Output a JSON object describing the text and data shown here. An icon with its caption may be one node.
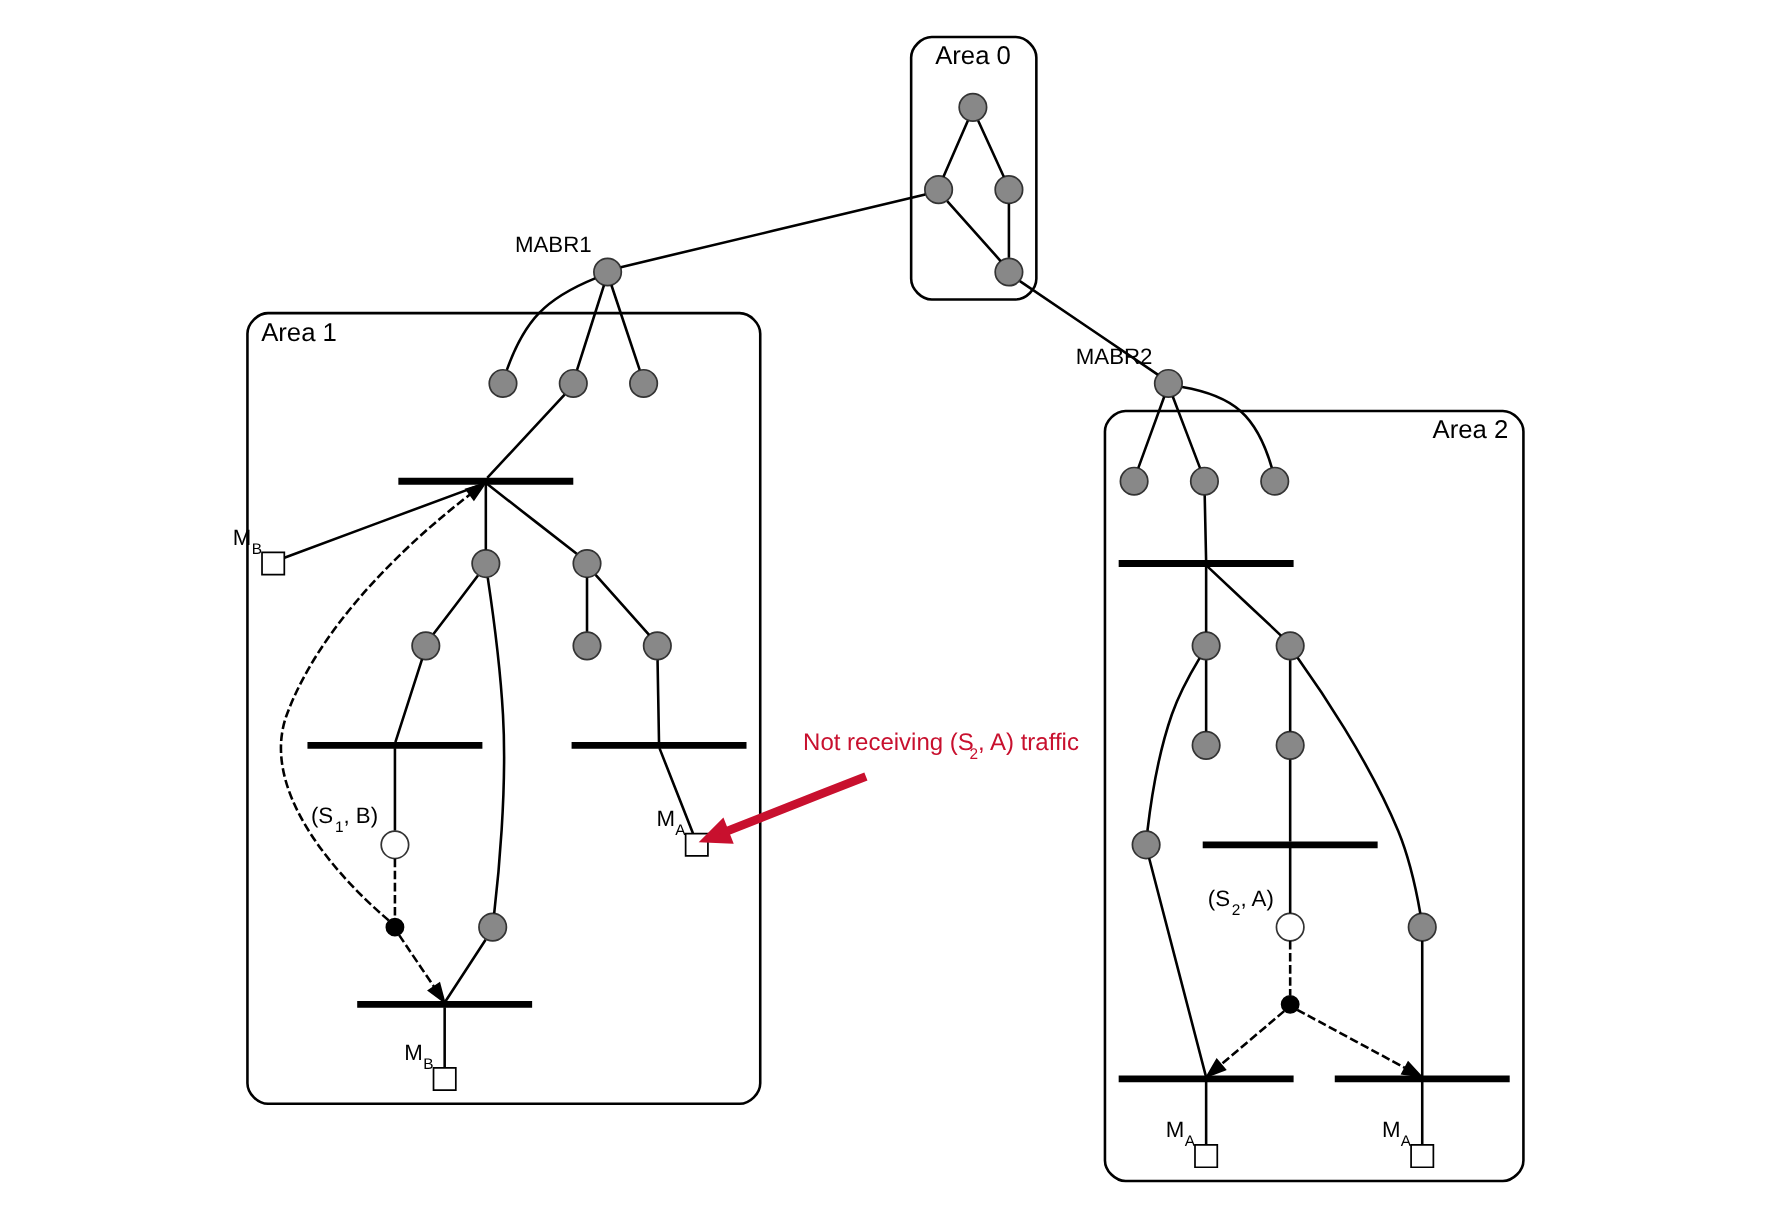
{
  "diagram": {
    "nodes": [
      {
        "text": [
          "Area 0"
        ]
      },
      {
        "text": [],
        "shape": "circle",
        "in": 0
      },
      {
        "text": [],
        "shape": "circle",
        "in": 0
      },
      {
        "text": [],
        "shape": "circle",
        "in": 0
      },
      {
        "text": [],
        "shape": "circle",
        "in": 0
      },
      {
        "text": [],
        "shape": "circle",
        "beside": [
          "MABR1"
        ]
      },
      {
        "text": [],
        "shape": "circle",
        "beside": [
          "MABR2"
        ]
      },
      {
        "text": [
          "Not receiving (S$_{2}$, A) traffic"
        ]
      },
      {
        "text": [
          "Area 1"
        ]
      },
      {
        "text": [],
        "shape": "circle",
        "in": 8
      },
      {
        "text": [],
        "shape": "circle",
        "in": 8
      },
      {
        "text": [],
        "shape": "circle",
        "in": 8
      },
      {
        "text": [],
        "shape": "bar",
        "in": 8
      },
      {
        "text": [],
        "shape": "box",
        "in": 8,
        "beside": [
          "M$_{B}$"
        ]
      },
      {
        "text": [],
        "shape": "circle",
        "in": 8
      },
      {
        "text": [],
        "shape": "circle",
        "in": 8
      },
      {
        "text": [],
        "shape": "dot",
        "in": 8
      },
      {
        "text": [],
        "shape": "circle",
        "in": 8
      },
      {
        "text": [],
        "shape": "circle",
        "in": 8
      },
      {
        "text": [],
        "shape": "circle",
        "in": 8
      },
      {
        "text": [],
        "shape": "circle",
        "in": 8
      },
      {
        "text": [],
        "shape": "bar",
        "in": 8
      },
      {
        "text": [],
        "shape": "box",
        "in": 8,
        "beside": [
          "M$_{A}$"
        ]
      },
      {
        "text": [],
        "shape": "bar",
        "in": 8
      },
      {
        "text": [],
        "shape": "box",
        "in": 8,
        "beside": [
          "M$_{B}$"
        ]
      },
      {
        "text": [],
        "shape": "bar",
        "in": 8
      },
      {
        "text": [],
        "shape": "circle",
        "in": 8,
        "beside": [
          "(S$_{1}$, B)"
        ]
      },
      {
        "text": [
          "Area 2"
        ]
      },
      {
        "text": [],
        "shape": "circle",
        "in": 27
      },
      {
        "text": [],
        "shape": "circle",
        "in": 27
      },
      {
        "text": [],
        "shape": "circle",
        "in": 27
      },
      {
        "text": [],
        "shape": "bar",
        "in": 27
      },
      {
        "text": [],
        "shape": "circle",
        "in": 27
      },
      {
        "text": [],
        "shape": "circle",
        "in": 27
      },
      {
        "text": [],
        "shape": "dot",
        "in": 27
      },
      {
        "text": [],
        "shape": "circle",
        "in": 27
      },
      {
        "text": [],
        "shape": "circle",
        "in": 27
      },
      {
        "text": [],
        "shape": "circle",
        "in": 27
      },
      {
        "text": [],
        "shape": "circle",
        "in": 27
      },
      {
        "text": [],
        "shape": "bar",
        "in": 27
      },
      {
        "text": [],
        "shape": "box",
        "in": 27,
        "beside": [
          "M$_{A}$"
        ]
      },
      {
        "text": [],
        "shape": "bar",
        "in": 27
      },
      {
        "text": [],
        "shape": "box",
        "in": 27,
        "beside": [
          "M$_{A}$"
        ]
      },
      {
        "text": [],
        "shape": "bar",
        "in": 27
      },
      {
        "text": [],
        "shape": "circle",
        "in": 27,
        "beside": [
          "(S$_{2}$, A)"
        ]
      }
    ],
    "edges": [
      {
        "from": 1,
        "to": 2,
        "arrow": "none"
      },
      {
        "from": 1,
        "to": 3,
        "arrow": "none"
      },
      {
        "from": 2,
        "to": 4,
        "arrow": "none"
      },
      {
        "from": 3,
        "to": 4,
        "arrow": "none"
      },
      {
        "from": 3,
        "to": 5,
        "arrow": "none"
      },
      {
        "from": 4,
        "to": 6,
        "arrow": "none"
      },
      {
        "from": 5,
        "to": 9,
        "arrow": "none"
      },
      {
        "from": 5,
        "to": 10,
        "arrow": "none"
      },
      {
        "from": 5,
        "to": 11,
        "arrow": "none"
      },
      {
        "from": 10,
        "to": 12,
        "arrow": "none"
      },
      {
        "from": 12,
        "to": 13,
        "arrow": "none"
      },
      {
        "from": 12,
        "to": 14,
        "arrow": "none"
      },
      {
        "from": 12,
        "to": 15,
        "arrow": "none"
      },
      {
        "from": 14,
        "to": 17,
        "arrow": "none"
      },
      {
        "from": 14,
        "to": 18,
        "arrow": "none"
      },
      {
        "from": 15,
        "to": 19,
        "arrow": "none"
      },
      {
        "from": 15,
        "to": 20,
        "arrow": "none"
      },
      {
        "from": 17,
        "to": 21,
        "arrow": "none"
      },
      {
        "from": 21,
        "to": 22,
        "arrow": "none"
      },
      {
        "from": 19,
        "to": 23,
        "arrow": "none"
      },
      {
        "from": 23,
        "to": 24,
        "arrow": "none"
      },
      {
        "from": 20,
        "to": 25,
        "arrow": "none"
      },
      {
        "from": 25,
        "to": 26,
        "arrow": "none"
      },
      {
        "from": 6,
        "to": 28,
        "arrow": "none"
      },
      {
        "from": 6,
        "to": 29,
        "arrow": "none"
      },
      {
        "from": 6,
        "to": 30,
        "arrow": "none"
      },
      {
        "from": 29,
        "to": 31,
        "arrow": "none"
      },
      {
        "from": 31,
        "to": 32,
        "arrow": "none"
      },
      {
        "from": 31,
        "to": 33,
        "arrow": "none"
      },
      {
        "from": 32,
        "to": 35,
        "arrow": "none"
      },
      {
        "from": 32,
        "to": 36,
        "arrow": "none"
      },
      {
        "from": 33,
        "to": 37,
        "arrow": "none"
      },
      {
        "from": 33,
        "to": 38,
        "arrow": "none"
      },
      {
        "from": 35,
        "to": 39,
        "arrow": "none"
      },
      {
        "from": 39,
        "to": 40,
        "arrow": "none"
      },
      {
        "from": 37,
        "to": 41,
        "arrow": "none"
      },
      {
        "from": 41,
        "to": 42,
        "arrow": "none"
      },
      {
        "from": 38,
        "to": 43,
        "arrow": "none"
      },
      {
        "from": 43,
        "to": 44,
        "arrow": "none"
      },
      {
        "from": 26,
        "to": 16,
        "arrow": "none",
        "style": "dashed"
      },
      {
        "from": 16,
        "to": 12,
        "arrow": "to",
        "style": "dashed"
      },
      {
        "from": 16,
        "to": 23,
        "arrow": "to",
        "style": "dashed"
      },
      {
        "from": 44,
        "to": 34,
        "arrow": "none",
        "style": "dashed"
      },
      {
        "from": 34,
        "to": 39,
        "arrow": "to",
        "style": "dashed"
      },
      {
        "from": 34,
        "to": 41,
        "arrow": "to",
        "style": "dashed"
      },
      {
        "from": 7,
        "to": 22,
        "arrow": "to",
        "style": "thick",
        "color": "#c8102e"
      }
    ]
  }
}
